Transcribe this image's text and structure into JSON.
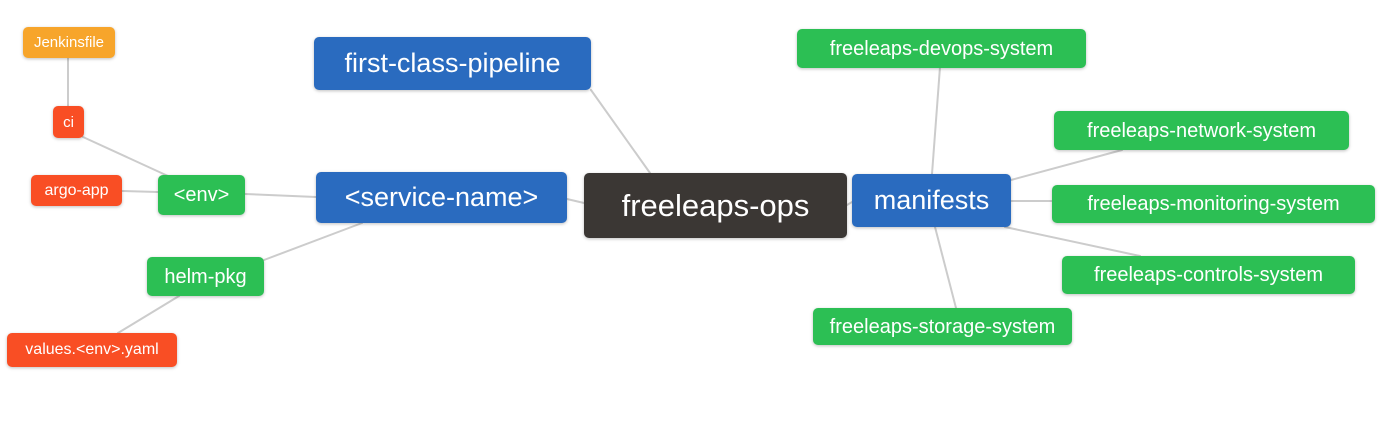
{
  "diagram": {
    "type": "mindmap",
    "root_label": "freeleaps-ops",
    "palette": {
      "blue": "#2a6bbf",
      "green": "#2cbf54",
      "orange": "#f7a52b",
      "red": "#f94e24",
      "dark": "#3b3734",
      "edge_gray": "#cccccc",
      "node_text": "#ffffff",
      "background": "#ffffff"
    },
    "nodes": [
      {
        "id": "jenkinsfile",
        "label": "Jenkinsfile",
        "color": "orange"
      },
      {
        "id": "ci",
        "label": "ci",
        "color": "red"
      },
      {
        "id": "argo-app",
        "label": "argo-app",
        "color": "red"
      },
      {
        "id": "env",
        "label": "<env>",
        "color": "green"
      },
      {
        "id": "helm-pkg",
        "label": "helm-pkg",
        "color": "green"
      },
      {
        "id": "values-env-yaml",
        "label": "values.<env>.yaml",
        "color": "red"
      },
      {
        "id": "first-class-pipeline",
        "label": "first-class-pipeline",
        "color": "blue"
      },
      {
        "id": "service-name",
        "label": "<service-name>",
        "color": "blue"
      },
      {
        "id": "freeleaps-ops",
        "label": "freeleaps-ops",
        "color": "dark"
      },
      {
        "id": "manifests",
        "label": "manifests",
        "color": "blue"
      },
      {
        "id": "freeleaps-devops-system",
        "label": "freeleaps-devops-system",
        "color": "green"
      },
      {
        "id": "freeleaps-network-system",
        "label": "freeleaps-network-system",
        "color": "green"
      },
      {
        "id": "freeleaps-monitoring-system",
        "label": "freeleaps-monitoring-system",
        "color": "green"
      },
      {
        "id": "freeleaps-controls-system",
        "label": "freeleaps-controls-system",
        "color": "green"
      },
      {
        "id": "freeleaps-storage-system",
        "label": "freeleaps-storage-system",
        "color": "green"
      }
    ],
    "edges": [
      {
        "from": "jenkinsfile",
        "to": "ci"
      },
      {
        "from": "ci",
        "to": "env"
      },
      {
        "from": "argo-app",
        "to": "env"
      },
      {
        "from": "env",
        "to": "service-name"
      },
      {
        "from": "helm-pkg",
        "to": "service-name"
      },
      {
        "from": "helm-pkg",
        "to": "values-env-yaml"
      },
      {
        "from": "first-class-pipeline",
        "to": "freeleaps-ops"
      },
      {
        "from": "service-name",
        "to": "freeleaps-ops"
      },
      {
        "from": "freeleaps-ops",
        "to": "manifests"
      },
      {
        "from": "manifests",
        "to": "freeleaps-devops-system"
      },
      {
        "from": "manifests",
        "to": "freeleaps-network-system"
      },
      {
        "from": "manifests",
        "to": "freeleaps-monitoring-system"
      },
      {
        "from": "manifests",
        "to": "freeleaps-controls-system"
      },
      {
        "from": "manifests",
        "to": "freeleaps-storage-system"
      }
    ]
  }
}
